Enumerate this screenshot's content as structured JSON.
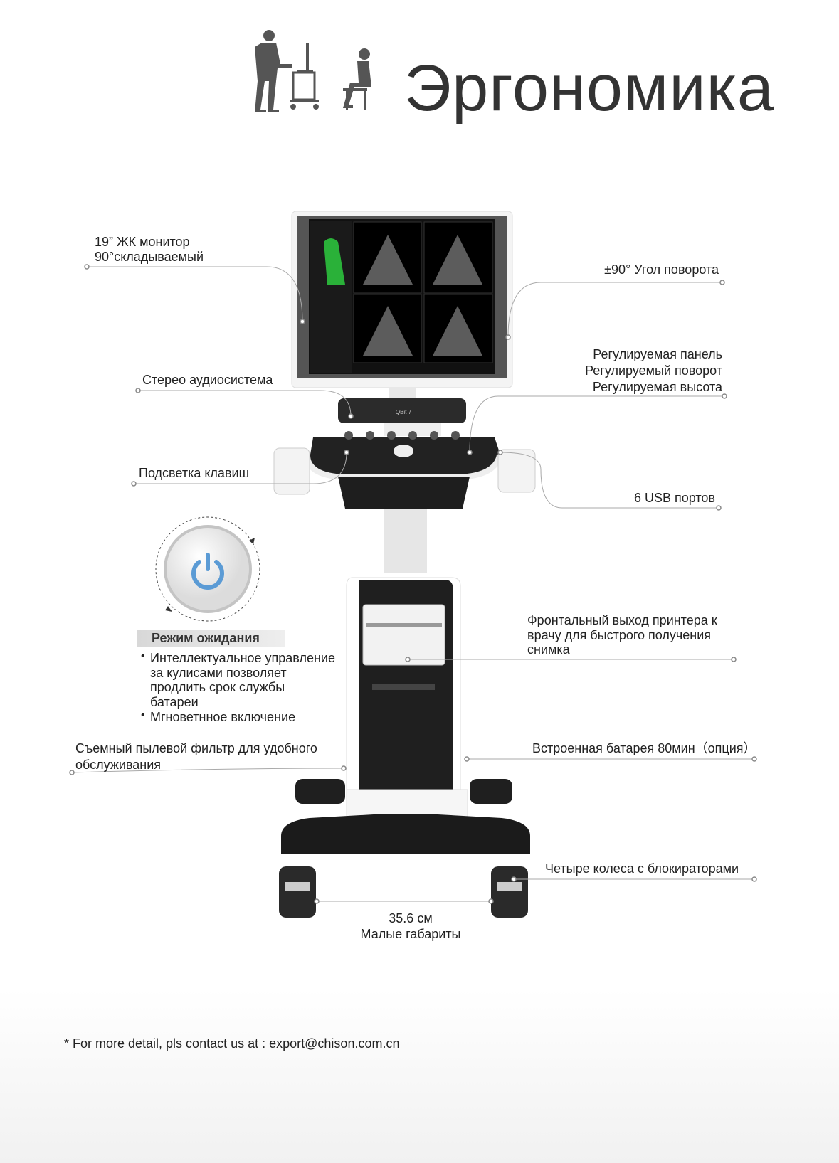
{
  "header": {
    "title": "Эргономика",
    "icon": "ergonomics-people-icon"
  },
  "device": {
    "brand_logo": "QBit 7"
  },
  "callouts": {
    "monitor": [
      "19” ЖК монитор",
      "90°складываемый"
    ],
    "rotation": "±90° Угол поворота",
    "panel": [
      "Регулируемая панель",
      "Регулируемый поворот",
      "Регулируемая высота"
    ],
    "audio": "Стерео аудиосистема",
    "backlight": "Подсветка клавиш",
    "usb": "6 USB портов",
    "printer": [
      "Фронтальный выход принтера к",
      "врачу для быстрого получения",
      "снимка"
    ],
    "battery": "Встроенная батарея 80мин（опция）",
    "filter": [
      "Съемный пылевой фильтр для удобного",
      "обслуживания"
    ],
    "wheels": "Четыре колеса с блокираторами",
    "size": [
      "35.6 см",
      "Малые габариты"
    ]
  },
  "standby": {
    "title": "Режим ожидания",
    "icon": "power-icon",
    "accent": "#5b9bd5",
    "bullets": [
      "Интеллектуальное управление за кулисами позволяет продлить срок службы батареи",
      "Мгноветнное включение"
    ]
  },
  "footer": {
    "text": "* For more detail, pls contact us at : export@chison.com.cn"
  }
}
